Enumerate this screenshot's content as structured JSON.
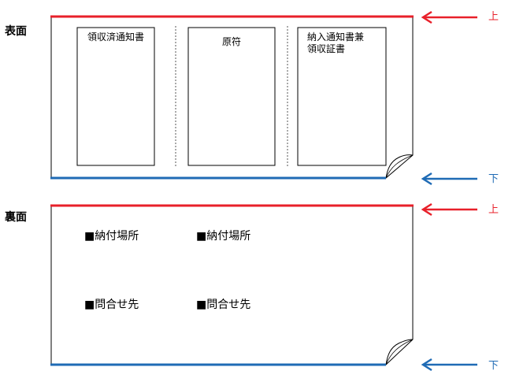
{
  "front": {
    "side_label": "表面",
    "panels": [
      {
        "label": "領収済通知書"
      },
      {
        "label": "原符"
      },
      {
        "label": "納入通知書兼\n領収証書"
      }
    ],
    "top_label": "上",
    "bottom_label": "下"
  },
  "back": {
    "side_label": "裏面",
    "fields": [
      {
        "label": "■納付場所"
      },
      {
        "label": "■納付場所"
      },
      {
        "label": "■問合せ先"
      },
      {
        "label": "■問合せ先"
      }
    ],
    "top_label": "上",
    "bottom_label": "下"
  },
  "colors": {
    "top_edge": "#e8202a",
    "bottom_edge": "#1f6bb5"
  }
}
